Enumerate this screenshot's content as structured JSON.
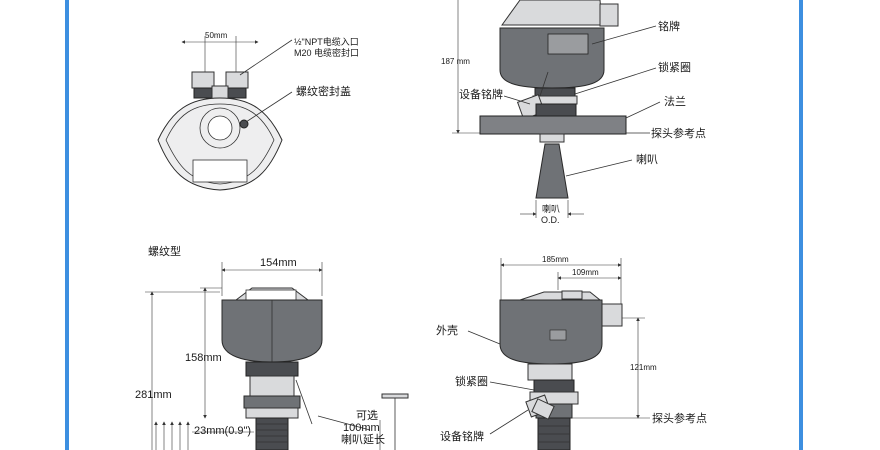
{
  "colors": {
    "border_blue": "#3d8fe0",
    "housing_gray": "#6f7276"
  },
  "top_left": {
    "dim_width": "50mm",
    "npt_label": "½\"NPT电缆入口",
    "m20_label": "M20 电缆密封口",
    "cap_label": "螺纹密封盖"
  },
  "top_right": {
    "height_dim": "187 mm",
    "nameplate": "铭牌",
    "lock_ring": "锁紧圈",
    "device_tag": "设备铭牌",
    "flange": "法兰",
    "ref_point": "探头参考点",
    "horn": "喇叭",
    "horn_od_1": "喇叭",
    "horn_od_2": "O.D."
  },
  "bottom_left": {
    "section_title": "螺纹型",
    "width_dim": "154mm",
    "height_158": "158mm",
    "height_281": "281mm",
    "thread_dim": "23mm(0.9\")",
    "ext_1": "可选",
    "ext_2": "100mm",
    "ext_3": "喇叭延长"
  },
  "bottom_right": {
    "width_185": "185mm",
    "width_109": "109mm",
    "housing": "外壳",
    "height_121": "121mm",
    "lock_ring": "锁紧圈",
    "ref_point": "探头参考点",
    "device_tag": "设备铭牌"
  }
}
